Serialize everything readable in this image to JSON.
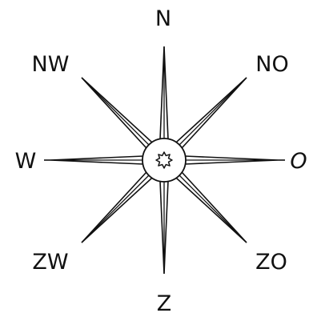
{
  "compass": {
    "colors": {
      "line": "#111111",
      "background": "#ffffff"
    },
    "labels": {
      "north": "N",
      "northeast": "NO",
      "east": "O",
      "southeast": "ZO",
      "south": "Z",
      "southwest": "ZW",
      "west": "W",
      "northwest": "NW"
    }
  }
}
